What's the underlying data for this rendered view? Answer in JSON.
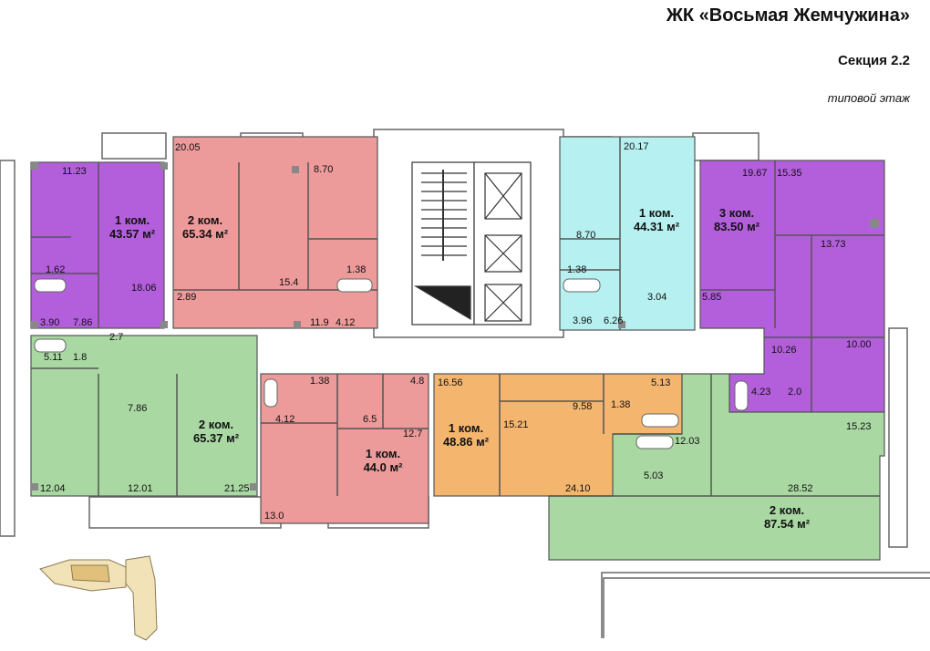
{
  "header": {
    "complex": "ЖК «Восьмая Жемчужина»",
    "section": "Секция 2.2",
    "floor": "типовой этаж"
  },
  "colors": {
    "purple": "#b35fdc",
    "pink": "#ec9a9a",
    "cyan": "#b6f0f0",
    "green": "#a9d8a3",
    "orange": "#f4b56f"
  },
  "apartments": [
    {
      "rooms": "1 ком.",
      "area": "43.57 м²"
    },
    {
      "rooms": "2 ком.",
      "area": "65.34 м²"
    },
    {
      "rooms": "1 ком.",
      "area": "44.31 м²"
    },
    {
      "rooms": "3 ком.",
      "area": "83.50 м²"
    },
    {
      "rooms": "2 ком.",
      "area": "65.37 м²"
    },
    {
      "rooms": "1 ком.",
      "area": "44.0 м²"
    },
    {
      "rooms": "1 ком.",
      "area": "48.86 м²"
    },
    {
      "rooms": "2 ком.",
      "area": "87.54 м²"
    }
  ],
  "rooms": [
    "11.23",
    "20.05",
    "8.70",
    "20.17",
    "19.67",
    "15.35",
    "18.06",
    "2.89",
    "15.4",
    "1.38",
    "8.70",
    "1.38",
    "3.04",
    "13.73",
    "5.85",
    "1.62",
    "3.90",
    "7.86",
    "11.9",
    "4.12",
    "3.96",
    "6.26",
    "10.26",
    "10.00",
    "5.11",
    "1.8",
    "2.7",
    "1.38",
    "4.8",
    "16.56",
    "5.13",
    "7.86",
    "4.12",
    "6.5",
    "9.58",
    "1.38",
    "4.23",
    "2.0",
    "15.21",
    "12.7",
    "15.23",
    "12.03",
    "5.03",
    "12.04",
    "12.01",
    "21.25",
    "24.10",
    "28.52",
    "13.0"
  ]
}
